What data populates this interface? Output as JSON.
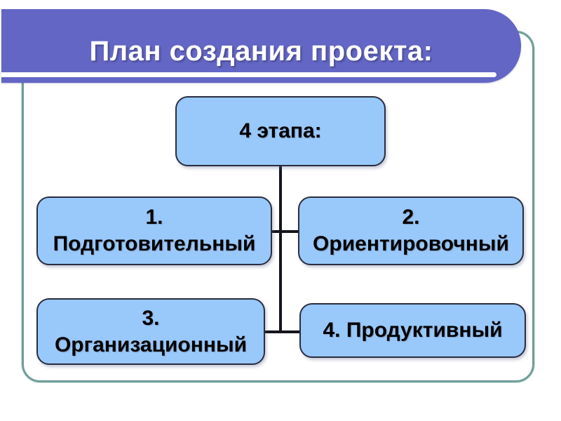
{
  "title": "План создания проекта:",
  "colors": {
    "banner": "#6366c4",
    "banner_text": "#ffffff",
    "node_fill": "#99c9fa",
    "node_border": "#2a2d3e",
    "node_text": "#000000",
    "frame_border": "#6f9e98",
    "connector": "#15151d",
    "background": "#ffffff"
  },
  "diagram": {
    "root": {
      "label": "4 этапа:"
    },
    "stages": [
      {
        "lines": [
          "1.",
          "Подготовительный"
        ]
      },
      {
        "lines": [
          "2.",
          "Ориентировочный"
        ]
      },
      {
        "lines": [
          "3.",
          "Организационный"
        ]
      },
      {
        "lines": [
          "4. Продуктивный"
        ]
      }
    ]
  }
}
